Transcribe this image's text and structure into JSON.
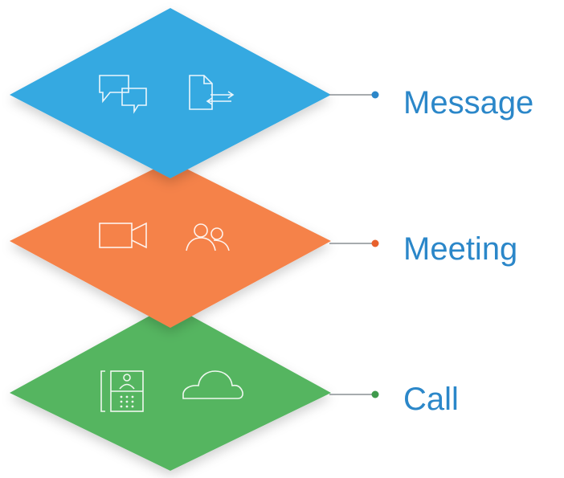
{
  "layers": [
    {
      "id": "message",
      "label": "Message",
      "color": "#36a9e1",
      "dot_color": "#2b87c9",
      "icons": [
        "chat-bubbles-icon",
        "file-transfer-icon"
      ]
    },
    {
      "id": "meeting",
      "label": "Meeting",
      "color": "#f5824a",
      "dot_color": "#e8602c",
      "icons": [
        "video-camera-icon",
        "people-icon"
      ]
    },
    {
      "id": "call",
      "label": "Call",
      "color": "#55b561",
      "dot_color": "#3f9a4c",
      "icons": [
        "desk-phone-icon",
        "cloud-icon"
      ]
    }
  ],
  "label_color": "#2b87c9",
  "connector_color": "#8a8f94"
}
